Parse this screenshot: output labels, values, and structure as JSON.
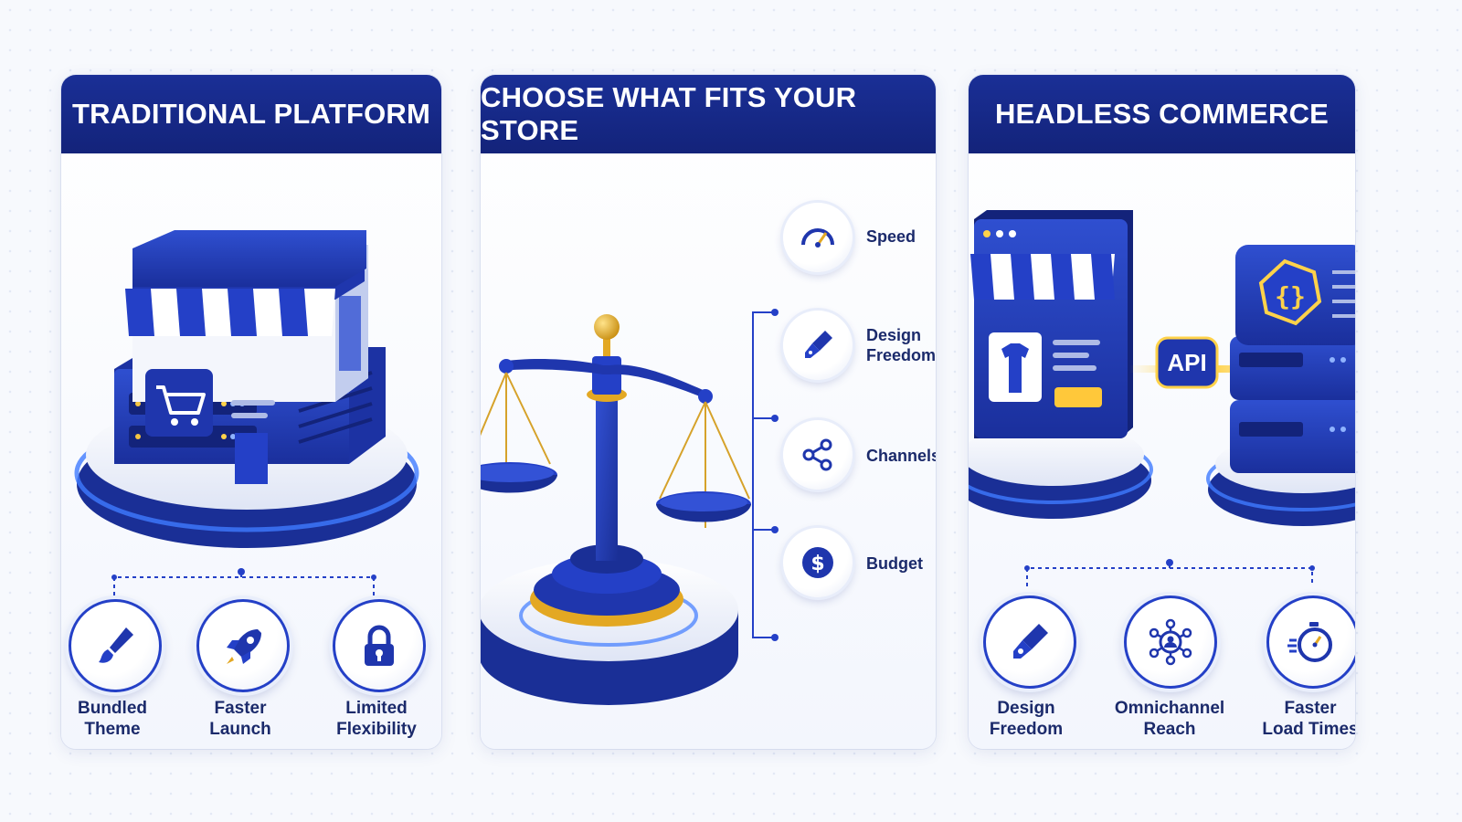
{
  "panels": {
    "left": {
      "title": "TRADITIONAL PLATFORM",
      "features": [
        {
          "label_line1": "Bundled",
          "label_line2": "Theme",
          "icon": "paintbrush-icon"
        },
        {
          "label_line1": "Faster",
          "label_line2": "Launch",
          "icon": "rocket-icon"
        },
        {
          "label_line1": "Limited",
          "label_line2": "Flexibility",
          "icon": "lock-icon"
        }
      ]
    },
    "middle": {
      "title": "CHOOSE WHAT FITS YOUR STORE",
      "factors": [
        {
          "label_line1": "Speed",
          "label_line2": "",
          "icon": "speedometer-icon"
        },
        {
          "label_line1": "Design",
          "label_line2": "Freedom",
          "icon": "pen-nib-icon"
        },
        {
          "label_line1": "Channels",
          "label_line2": "",
          "icon": "share-nodes-icon"
        },
        {
          "label_line1": "Budget",
          "label_line2": "",
          "icon": "dollar-coin-icon"
        }
      ]
    },
    "right": {
      "title": "HEADLESS COMMERCE",
      "api_label": "API",
      "code_symbol": "{}",
      "features": [
        {
          "label_line1": "Design",
          "label_line2": "Freedom",
          "icon": "pen-nib-icon"
        },
        {
          "label_line1": "Omnichannel",
          "label_line2": "Reach",
          "icon": "network-user-icon"
        },
        {
          "label_line1": "Faster",
          "label_line2": "Load Times",
          "icon": "stopwatch-icon"
        }
      ]
    }
  },
  "colors": {
    "primary": "#1f3bb3",
    "navy": "#13237a",
    "gold": "#e3a823",
    "label": "#1b2a6b"
  }
}
